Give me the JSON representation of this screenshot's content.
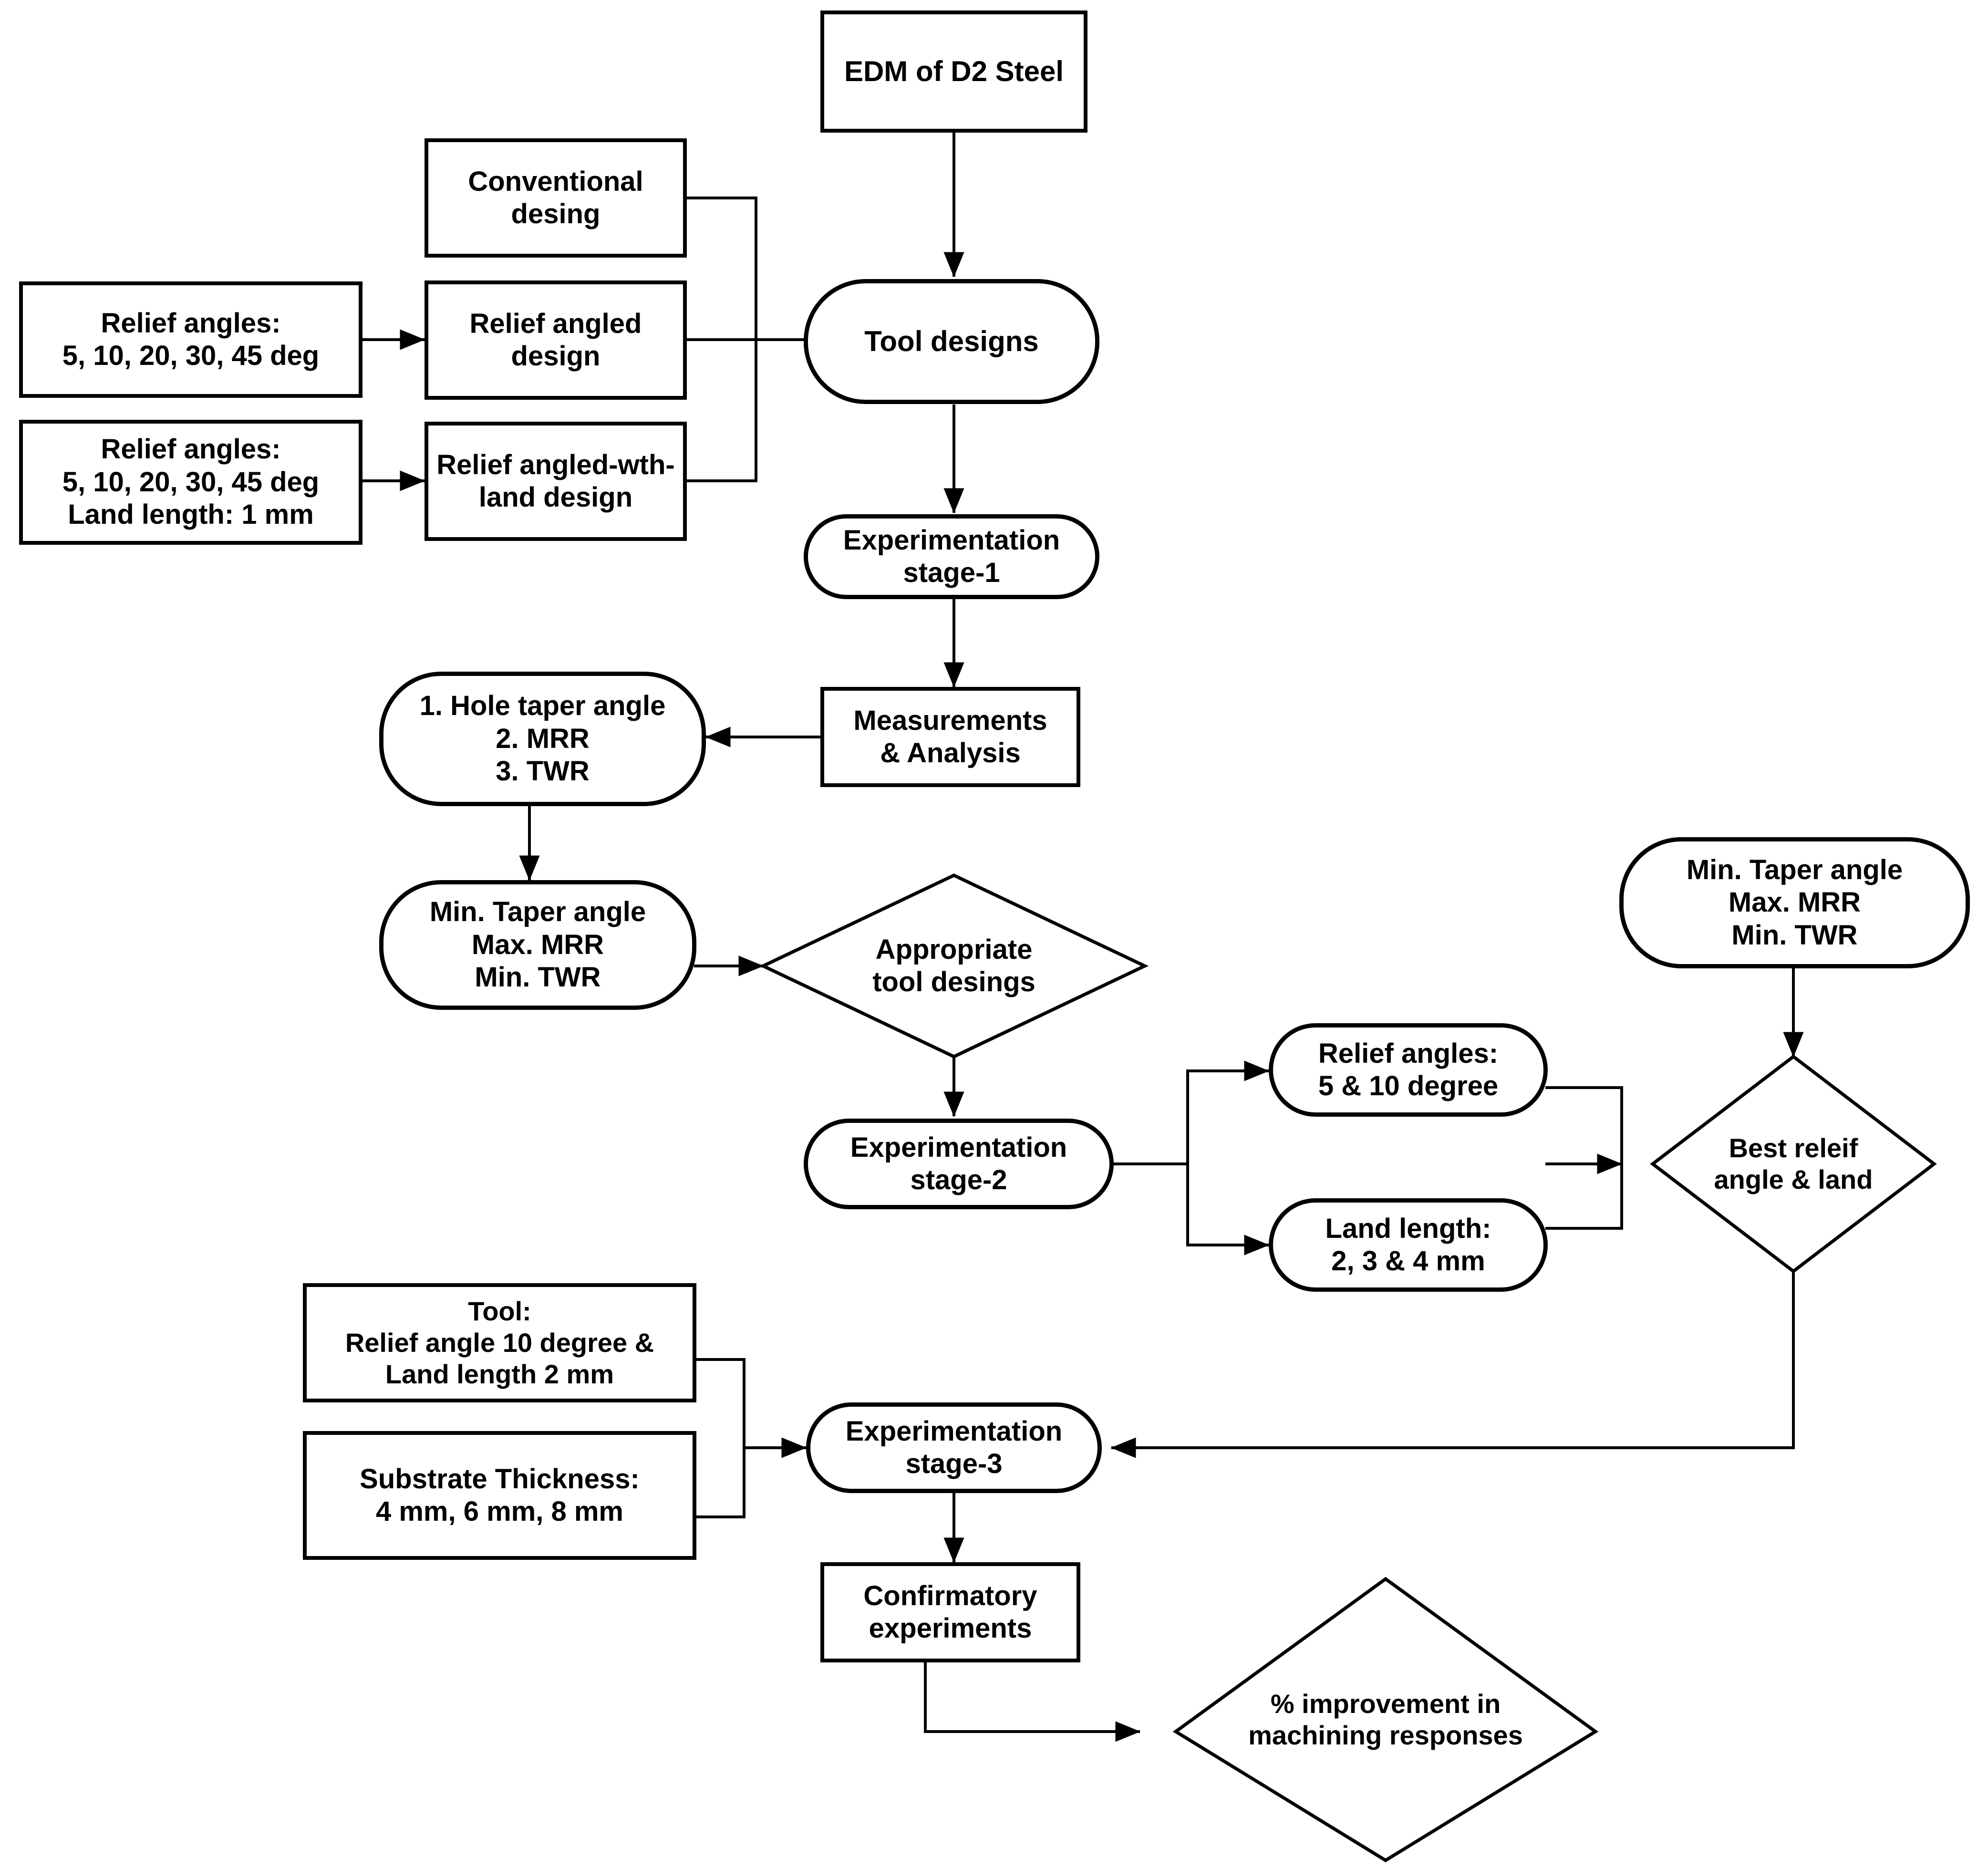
{
  "diagram": {
    "title": "EDM of D2 Steel process flowchart",
    "line_color": "#000000",
    "fill_color": "#ffffff",
    "nodes": {
      "edm_d2_steel": {
        "label": "EDM of D2 Steel",
        "shape": "rectangle"
      },
      "conventional_desing": {
        "label": "Conventional\ndesing",
        "shape": "rectangle"
      },
      "relief_angled_design": {
        "label": "Relief angled\ndesign",
        "shape": "rectangle"
      },
      "relief_angled_with_land_design": {
        "label": "Relief angled-wth-\nland design",
        "shape": "rectangle"
      },
      "relief_angles_1": {
        "label": "Relief angles:\n5, 10, 20, 30, 45 deg",
        "shape": "rectangle"
      },
      "relief_angles_land_1mm": {
        "label": "Relief angles:\n5, 10, 20, 30, 45 deg\nLand length: 1 mm",
        "shape": "rectangle"
      },
      "tool_designs": {
        "label": "Tool designs",
        "shape": "rounded"
      },
      "experimentation_stage_1": {
        "label": "Experimentation\nstage-1",
        "shape": "rounded"
      },
      "measurements_analysis": {
        "label": "Measurements\n& Analysis",
        "shape": "rectangle"
      },
      "responses_list": {
        "label": "1. Hole taper angle\n2. MRR\n3. TWR",
        "shape": "rounded"
      },
      "min_taper_max_mrr_min_twr_left": {
        "label": "Min. Taper angle\nMax. MRR\nMin. TWR",
        "shape": "rounded"
      },
      "appropriate_tool_desings": {
        "label": "Appropriate\ntool desings",
        "shape": "diamond"
      },
      "experimentation_stage_2": {
        "label": "Experimentation\nstage-2",
        "shape": "rounded"
      },
      "relief_angles_5_10": {
        "label": "Relief angles:\n5 & 10 degree",
        "shape": "rounded"
      },
      "land_length_2_3_4": {
        "label": "Land length:\n2, 3 & 4 mm",
        "shape": "rounded"
      },
      "min_taper_max_mrr_min_twr_right": {
        "label": "Min. Taper angle\nMax. MRR\nMin. TWR",
        "shape": "rounded"
      },
      "best_releif_angle_land": {
        "label": "Best releif\nangle & land",
        "shape": "diamond"
      },
      "tool_relief_10_land_2": {
        "label": "Tool:\nRelief angle 10 degree &\nLand length 2 mm",
        "shape": "rectangle"
      },
      "substrate_thickness": {
        "label": "Substrate Thickness:\n4 mm, 6 mm, 8 mm",
        "shape": "rectangle"
      },
      "experimentation_stage_3": {
        "label": "Experimentation\nstage-3",
        "shape": "rounded"
      },
      "confirmatory_experiments": {
        "label": "Confirmatory\nexperiments",
        "shape": "rectangle"
      },
      "percent_improvement": {
        "label": "% improvement in\nmachining responses",
        "shape": "diamond"
      }
    },
    "edges": [
      {
        "from": "edm_d2_steel",
        "to": "tool_designs",
        "arrow": true
      },
      {
        "from": "relief_angles_1",
        "to": "relief_angled_design",
        "arrow": true
      },
      {
        "from": "relief_angles_land_1mm",
        "to": "relief_angled_with_land_design",
        "arrow": true
      },
      {
        "from": "conventional_desing",
        "to": "tool_designs",
        "arrow": true
      },
      {
        "from": "relief_angled_design",
        "to": "tool_designs",
        "arrow": true
      },
      {
        "from": "relief_angled_with_land_design",
        "to": "tool_designs",
        "arrow": true
      },
      {
        "from": "tool_designs",
        "to": "experimentation_stage_1",
        "arrow": true
      },
      {
        "from": "experimentation_stage_1",
        "to": "measurements_analysis",
        "arrow": true
      },
      {
        "from": "measurements_analysis",
        "to": "responses_list",
        "arrow": true
      },
      {
        "from": "responses_list",
        "to": "min_taper_max_mrr_min_twr_left",
        "arrow": true
      },
      {
        "from": "min_taper_max_mrr_min_twr_left",
        "to": "appropriate_tool_desings",
        "arrow": true
      },
      {
        "from": "appropriate_tool_desings",
        "to": "experimentation_stage_2",
        "arrow": true
      },
      {
        "from": "experimentation_stage_2",
        "to": "relief_angles_5_10",
        "arrow": true
      },
      {
        "from": "experimentation_stage_2",
        "to": "land_length_2_3_4",
        "arrow": true
      },
      {
        "from": "relief_angles_5_10",
        "to": "best_releif_angle_land",
        "arrow": true
      },
      {
        "from": "land_length_2_3_4",
        "to": "best_releif_angle_land",
        "arrow": true
      },
      {
        "from": "min_taper_max_mrr_min_twr_right",
        "to": "best_releif_angle_land",
        "arrow": true
      },
      {
        "from": "best_releif_angle_land",
        "to": "experimentation_stage_3",
        "arrow": true
      },
      {
        "from": "tool_relief_10_land_2",
        "to": "experimentation_stage_3",
        "arrow": true
      },
      {
        "from": "substrate_thickness",
        "to": "experimentation_stage_3",
        "arrow": true
      },
      {
        "from": "experimentation_stage_3",
        "to": "confirmatory_experiments",
        "arrow": true
      },
      {
        "from": "confirmatory_experiments",
        "to": "percent_improvement",
        "arrow": true
      }
    ]
  }
}
